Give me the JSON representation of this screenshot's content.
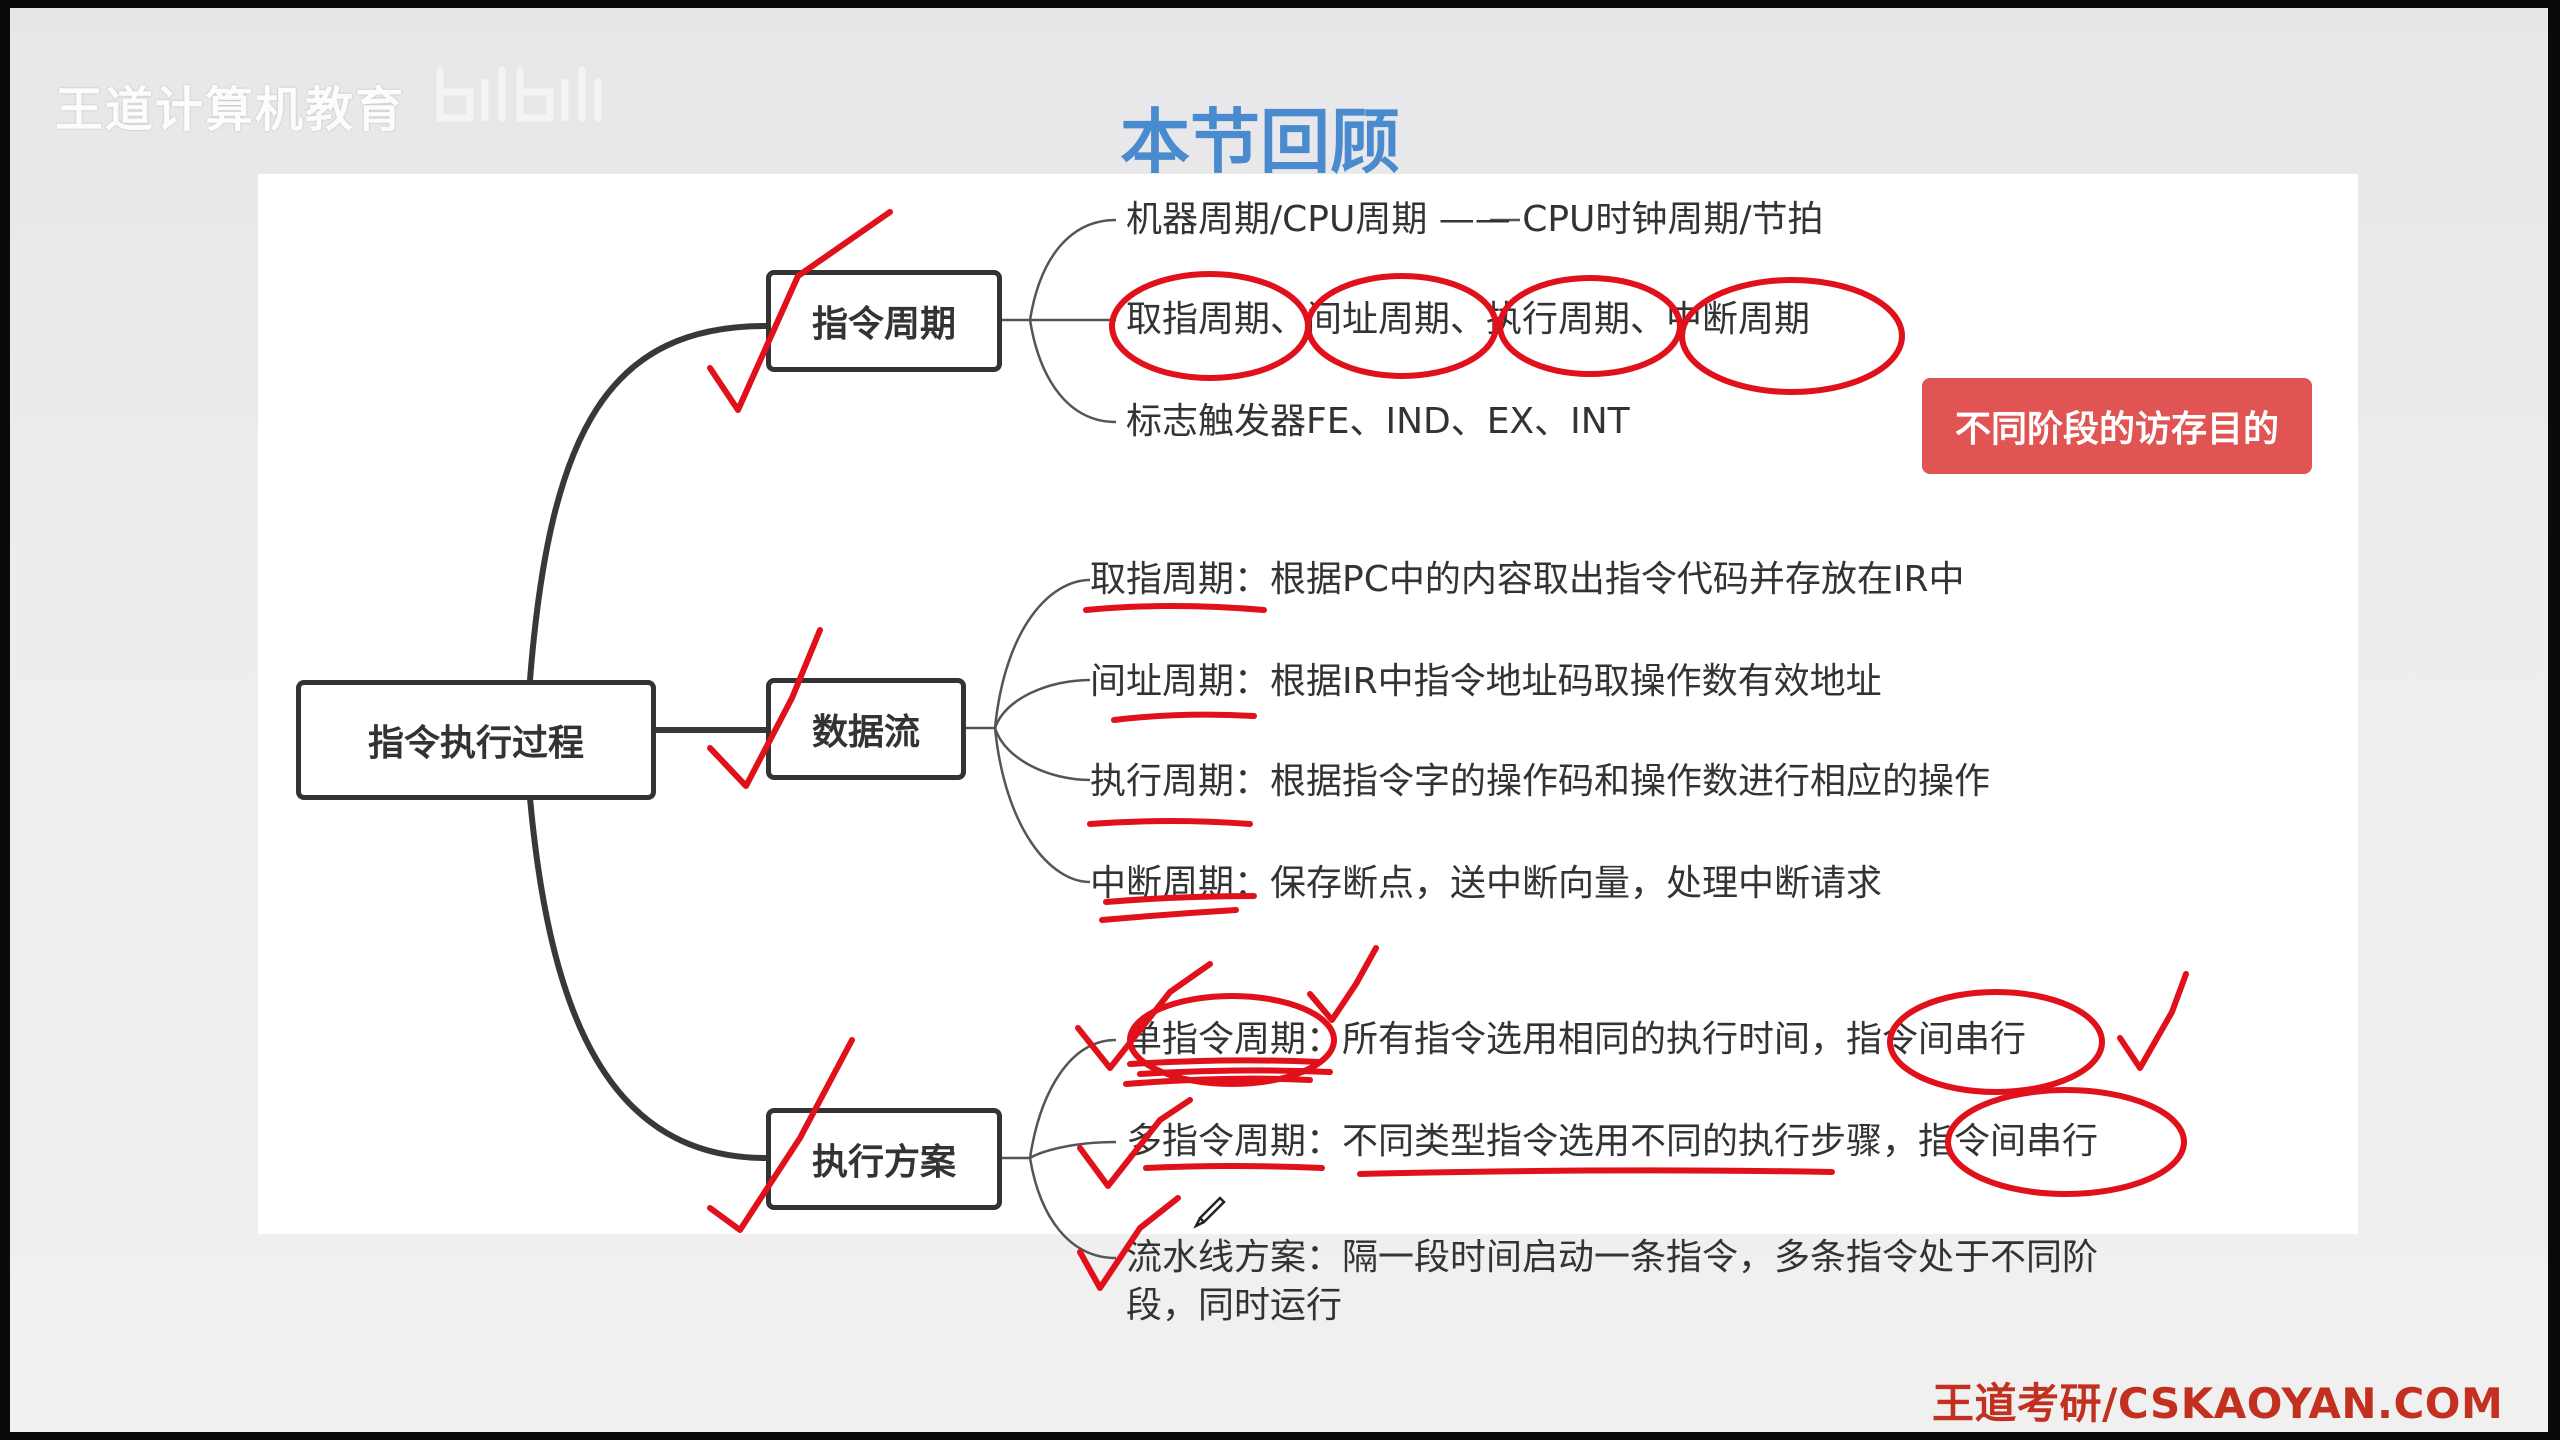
{
  "watermark": {
    "text": "王道计算机教育",
    "logo_icon": "bilibili-logo-icon"
  },
  "title": "本节回顾",
  "mindmap": {
    "root": "指令执行过程",
    "branches": [
      {
        "label": "指令周期",
        "leaves": [
          "机器周期/CPU周期 —— CPU时钟周期/节拍",
          "取指周期、间址周期、执行周期、中断周期",
          "标志触发器FE、IND、EX、INT"
        ]
      },
      {
        "label": "数据流",
        "leaves": [
          "取指周期：根据PC中的内容取出指令代码并存放在IR中",
          "间址周期：根据IR中指令地址码取操作数有效地址",
          "执行周期：根据指令字的操作码和操作数进行相应的操作",
          "中断周期：保存断点，送中断向量，处理中断请求"
        ]
      },
      {
        "label": "执行方案",
        "leaves": [
          "单指令周期：所有指令选用相同的执行时间，指令间串行",
          "多指令周期：不同类型指令选用不同的执行步骤，指令间串行",
          "流水线方案：隔一段时间启动一条指令，多条指令处于不同阶段，同时运行"
        ]
      }
    ]
  },
  "badge": "不同阶段的访存目的",
  "footer": "王道考研/CSKAOYAN.COM",
  "colors": {
    "title": "#4a8bd0",
    "badge": "#e05453",
    "annotation": "#e0111b",
    "footer": "#c2301f"
  }
}
